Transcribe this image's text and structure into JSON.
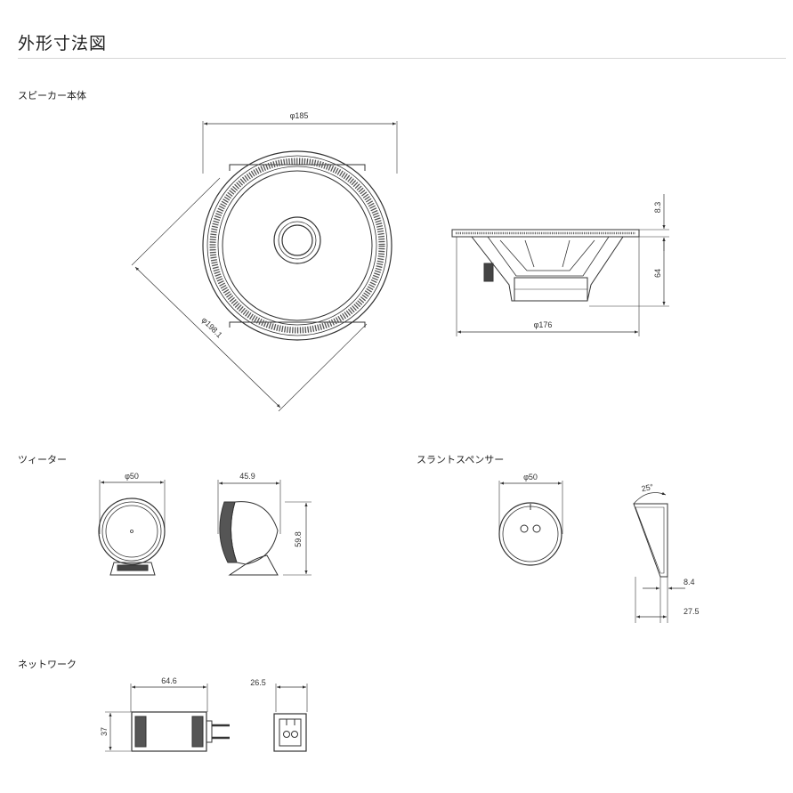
{
  "page": {
    "title": "外形寸法図"
  },
  "sections": {
    "speaker": {
      "label": "スピーカー本体",
      "dims": {
        "diameter_top": "φ185",
        "diameter_diag": "φ198.1",
        "depth_flange": "8.3",
        "depth_body": "64",
        "mount_diameter": "φ176"
      }
    },
    "tweeter": {
      "label": "ツィーター",
      "dims": {
        "diameter": "φ50",
        "depth": "45.9",
        "height": "59.8"
      }
    },
    "slant_spacer": {
      "label": "スラントスペンサー",
      "dims": {
        "diameter": "φ50",
        "angle": "25°",
        "min_thickness": "8.4",
        "max_thickness": "27.5"
      }
    },
    "network": {
      "label": "ネットワーク",
      "dims": {
        "width": "64.6",
        "depth": "26.5",
        "height": "37"
      }
    }
  },
  "colors": {
    "line": "#333333",
    "rule": "#d6d6d6",
    "text": "#222222"
  }
}
